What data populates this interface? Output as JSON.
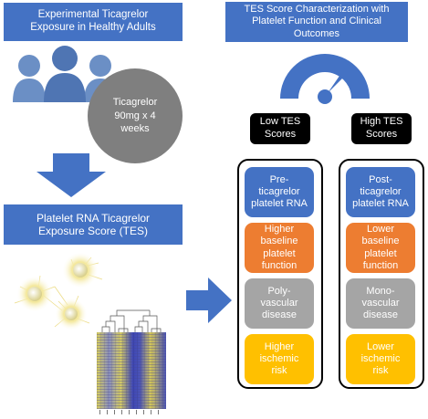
{
  "left": {
    "title_top": "Experimental Ticagrelor\nExposure in Healthy Adults",
    "dose_circle": "Ticagrelor\n90mg x 4\nweeks",
    "title_mid": "Platelet RNA Ticagrelor\nExposure Score (TES)"
  },
  "right": {
    "title": "TES Score Characterization with\nPlatelet Function and Clinical\nOutcomes",
    "columns": [
      {
        "header": "Low TES\nScores",
        "cells": [
          "Pre-\nticagrelor\nplatelet RNA",
          "Higher baseline\nplatelet\nfunction",
          "Poly-\nvascular\ndisease",
          "Higher\nischemic\nrisk"
        ]
      },
      {
        "header": "High TES\nScores",
        "cells": [
          "Post-\nticagrelor\nplatelet RNA",
          "Lower baseline\nplatelet\nfunction",
          "Mono-\nvascular\ndisease",
          "Lower\nischemic\nrisk"
        ]
      }
    ]
  },
  "colors": {
    "blue": "#4472c4",
    "orange": "#ed7d31",
    "gray": "#a5a5a5",
    "gold": "#ffc000",
    "people": "#6b8fc5",
    "circle": "#7f7f7f",
    "heatmap_yellow": "#e4d96a",
    "heatmap_blue": "#3e47b5"
  },
  "icons": [
    "people-icon",
    "gauge-icon",
    "down-arrow-icon",
    "right-arrow-icon",
    "platelet-cells-image",
    "heatmap-image"
  ]
}
